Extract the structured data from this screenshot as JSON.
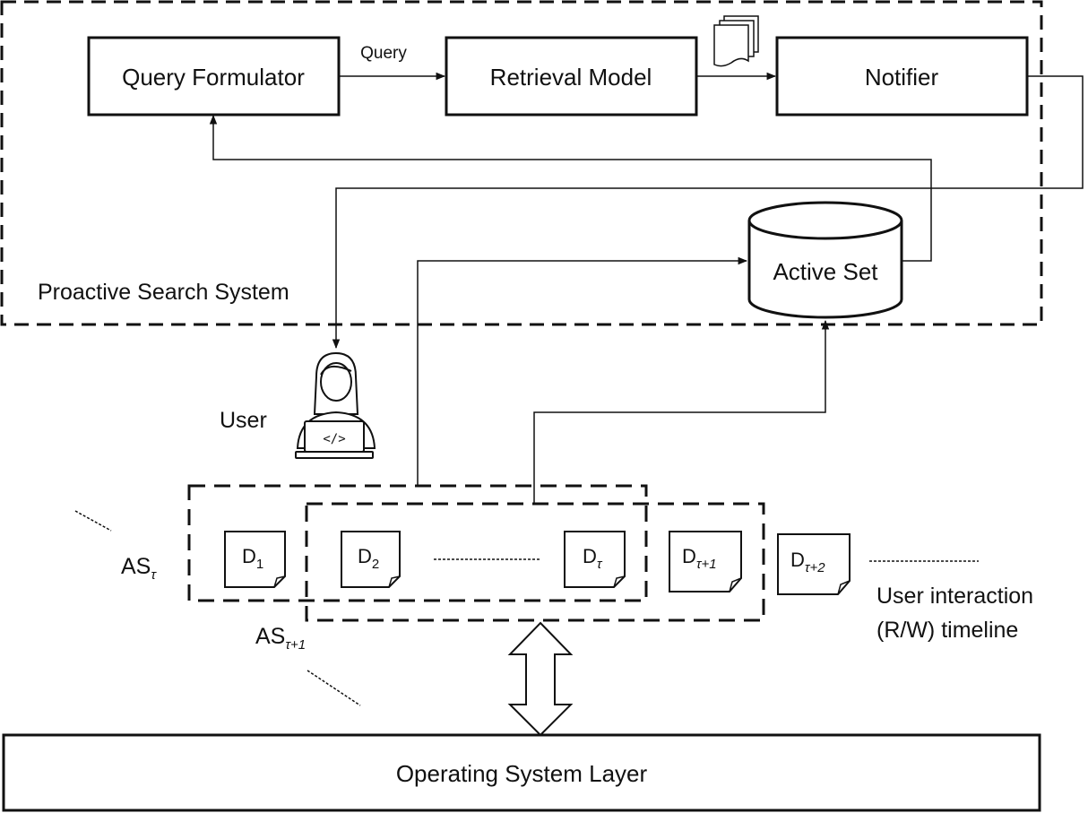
{
  "proactive_system_label": "Proactive Search System",
  "query_formulator": "Query Formulator",
  "retrieval_model": "Retrieval Model",
  "notifier": "Notifier",
  "query_edge_label": "Query",
  "active_set": "Active Set",
  "user_label": "User",
  "active_set_labels": [
    {
      "main": "AS",
      "sub": "τ"
    },
    {
      "main": "AS",
      "sub": "τ+1"
    }
  ],
  "documents": [
    {
      "main": "D",
      "sub": "1"
    },
    {
      "main": "D",
      "sub": "2"
    },
    {
      "main": "D",
      "sub": "τ"
    },
    {
      "main": "D",
      "sub": "τ+1"
    },
    {
      "main": "D",
      "sub": "τ+2"
    }
  ],
  "timeline_label_line1": "User interaction",
  "timeline_label_line2": "(R/W) timeline",
  "os_layer": "Operating System Layer",
  "icons": [
    "stacked-documents-icon",
    "database-cylinder-icon",
    "user-laptop-icon",
    "document-icon",
    "double-arrow-icon"
  ]
}
